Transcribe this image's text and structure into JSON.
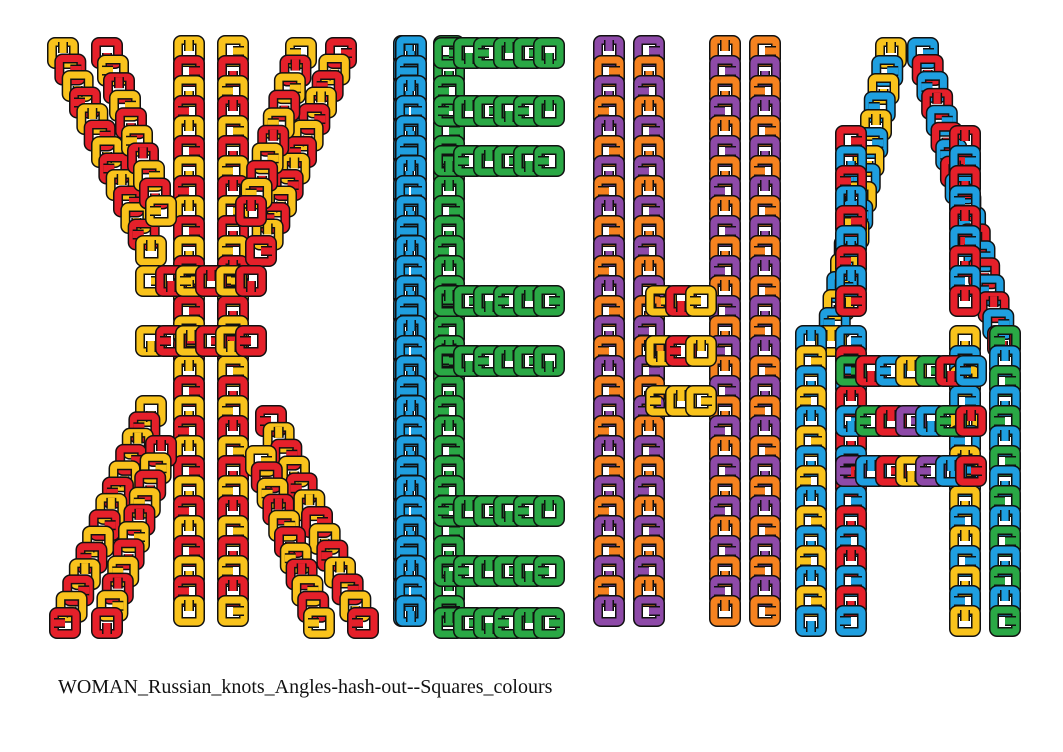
{
  "caption": "WOMAN_Russian_knots_Angles-hash-out--Squares_colours",
  "artwork": {
    "subject": "Cyrillic word rendered in interlaced knot-work strands",
    "palette": {
      "yellow": "#f9c31c",
      "red": "#e5202a",
      "blue": "#1f9fe0",
      "green": "#2aa845",
      "purple": "#8e4aa8",
      "orange": "#f5821f",
      "outline": "#111111"
    },
    "letters": [
      {
        "glyph": "Ж",
        "strand_colors": [
          "yellow",
          "red"
        ]
      },
      {
        "glyph": "Е",
        "strand_colors": [
          "blue",
          "green"
        ]
      },
      {
        "glyph": "Н",
        "strand_colors": [
          "purple",
          "orange",
          "yellow",
          "red"
        ]
      },
      {
        "glyph": "А",
        "strand_colors": [
          "blue",
          "yellow",
          "red",
          "green",
          "purple"
        ]
      }
    ]
  }
}
